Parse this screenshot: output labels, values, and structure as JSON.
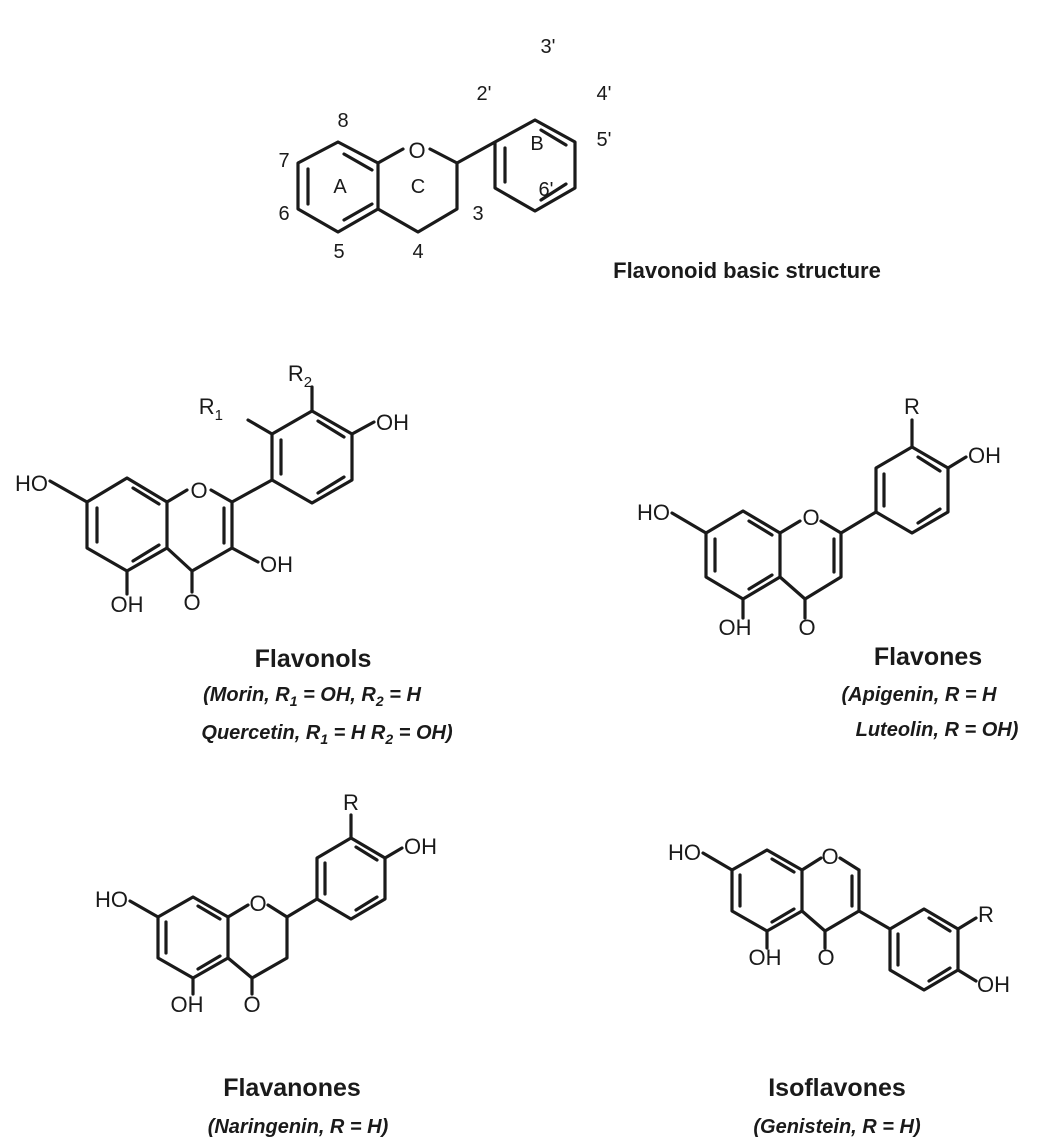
{
  "basic": {
    "title": "Flavonoid basic structure",
    "ring_a": "A",
    "ring_b": "B",
    "ring_c": "C",
    "o": "O",
    "n8": "8",
    "n7": "7",
    "n6": "6",
    "n5": "5",
    "n4": "4",
    "n3": "3",
    "n2p": "2'",
    "n3p": "3'",
    "n4p": "4'",
    "n5p": "5'",
    "n6p": "6'"
  },
  "flavonols": {
    "ho": "HO",
    "oh_b": "OH",
    "oh_3": "OH",
    "oh_5": "OH",
    "o_carbonyl": "O",
    "o_ring": "O",
    "r1": "R",
    "r1_sub": "1",
    "r2": "R",
    "r2_sub": "2",
    "title": "Flavonols",
    "line1": {
      "open": "(Morin, R",
      "s1": "1",
      "mid": " = OH, R",
      "s2": "2",
      "close": " = H"
    },
    "line2": {
      "open": "Quercetin, R",
      "s1": "1",
      "mid": " = H R",
      "s2": "2",
      "close": " = OH)"
    }
  },
  "flavones": {
    "ho": "HO",
    "oh_b": "OH",
    "oh_5": "OH",
    "o_carbonyl": "O",
    "o_ring": "O",
    "r": "R",
    "title": "Flavones",
    "line1": "(Apigenin, R = H",
    "line2": "Luteolin, R = OH)"
  },
  "flavanones": {
    "ho": "HO",
    "oh_b": "OH",
    "oh_5": "OH",
    "o_carbonyl": "O",
    "o_ring": "O",
    "r": "R",
    "title": "Flavanones",
    "line1": "(Naringenin, R = H)"
  },
  "isoflavones": {
    "ho": "HO",
    "oh_b": "OH",
    "oh_5": "OH",
    "o_carbonyl": "O",
    "o_ring": "O",
    "r": "R",
    "title": "Isoflavones",
    "line1": "(Genistein, R = H)"
  }
}
